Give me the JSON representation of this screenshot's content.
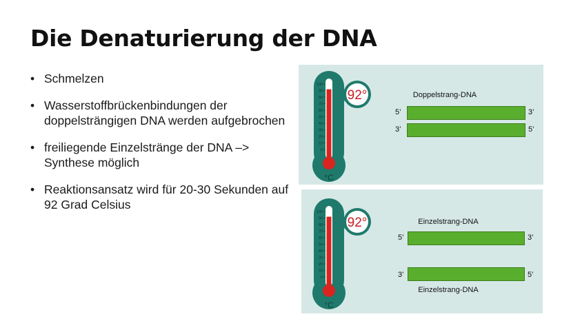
{
  "slide": {
    "title": "Die Denaturierung der DNA",
    "bullets": [
      {
        "marker": "•",
        "text": "Schmelzen"
      },
      {
        "marker": "•",
        "text": "Wasserstoffbrückenbindungen der doppelsträngigen DNA werden aufgebrochen"
      },
      {
        "marker": "•",
        "text": "freiliegende Einzelstränge der DNA –> Synthese möglich"
      },
      {
        "marker": "•",
        "text": "Reaktionsansatz wird für 20-30 Sekunden auf 92 Grad Celsius"
      }
    ]
  },
  "thermometer": {
    "scale": [
      "100",
      "90",
      "80",
      "70",
      "60",
      "50",
      "40",
      "30",
      "20",
      "10",
      "0"
    ],
    "unit": "°C",
    "level_fraction": 0.92
  },
  "panels": [
    {
      "temperature": "92°",
      "labels": {
        "top": "Doppelstrang-DNA",
        "bottom": ""
      },
      "strands": [
        {
          "left": "5’",
          "right": "3’"
        },
        {
          "left": "3’",
          "right": "5’"
        }
      ]
    },
    {
      "temperature": "92°",
      "labels": {
        "top": "Einzelstrang-DNA",
        "bottom": "Einzelstrang-DNA"
      },
      "strands": [
        {
          "left": "5’",
          "right": "3’"
        },
        {
          "left": "3’",
          "right": "5’"
        }
      ]
    }
  ],
  "colors": {
    "panel_bg": "#d6e8e6",
    "thermo_body": "#1f7a6c",
    "mercury": "#d9241f",
    "strand": "#5aae2e",
    "temp_text": "#c62026"
  }
}
